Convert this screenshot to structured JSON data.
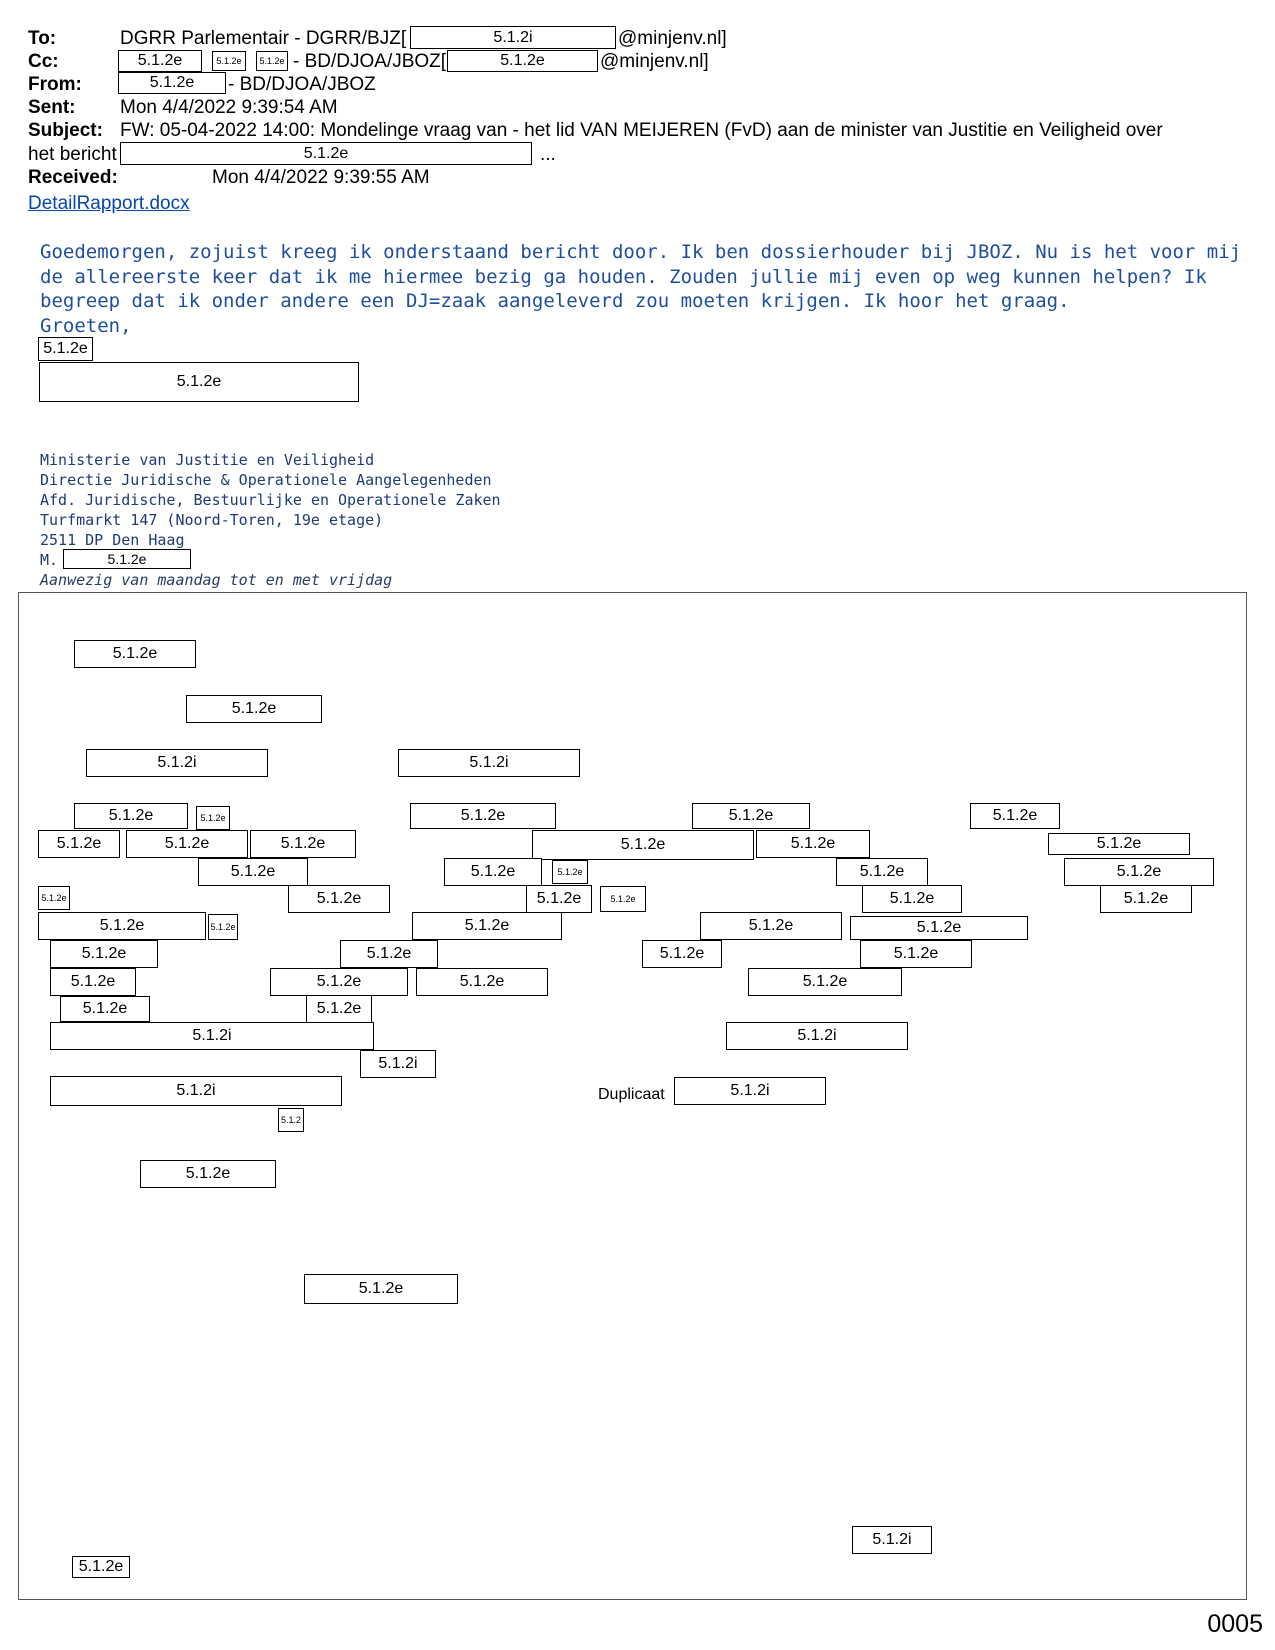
{
  "email": {
    "to_label": "To:",
    "to_value": "DGRR Parlementair - DGRR/BJZ[",
    "to_suffix": "@minjenv.nl]",
    "cc_label": "Cc:",
    "cc_middle": "- BD/DJOA/JBOZ[",
    "cc_suffix": "@minjenv.nl]",
    "from_label": "From:",
    "from_value": "- BD/DJOA/JBOZ",
    "sent_label": "Sent:",
    "sent_value": "Mon 4/4/2022 9:39:54 AM",
    "subject_label": "Subject:",
    "subject_value": "FW: 05-04-2022 14:00: Mondelinge vraag van - het lid VAN MEIJEREN (FvD) aan de minister van Justitie en Veiligheid over",
    "subject_cont": "het bericht",
    "subject_ellipsis": "...",
    "received_label": "Received:",
    "received_value": "Mon 4/4/2022 9:39:55 AM",
    "attachment": "DetailRapport.docx"
  },
  "message": {
    "body": "Goedemorgen, zojuist kreeg ik onderstaand bericht door. Ik ben dossierhouder bij JBOZ. Nu is het voor mij de allereerste keer dat ik me hiermee bezig ga houden. Zouden jullie mij even op weg kunnen helpen? Ik begreep dat ik onder andere een DJ=zaak aangeleverd zou moeten krijgen. Ik hoor het graag.",
    "greeting": "Groeten,"
  },
  "signature": {
    "line1": "Ministerie van Justitie en Veiligheid",
    "line2": "Directie Juridische & Operationele Aangelegenheden",
    "line3": "Afd. Juridische, Bestuurlijke en Operationele Zaken",
    "line4": "Turfmarkt 147 (Noord-Toren, 19e etage)",
    "line5": "2511 DP Den Haag",
    "mobile_label": "M.",
    "availability": "Aanwezig van maandag tot en met vrijdag"
  },
  "redaction": {
    "code_e": "5.1.2e",
    "code_i": "5.1.2i",
    "code_e_short": "5.1.2"
  },
  "document": {
    "duplicate_label": "Duplicaat",
    "page_number": "0005"
  },
  "colors": {
    "message_text": "#1f4e9c",
    "signature_text": "#1f3a7a",
    "link": "#0645ad"
  }
}
